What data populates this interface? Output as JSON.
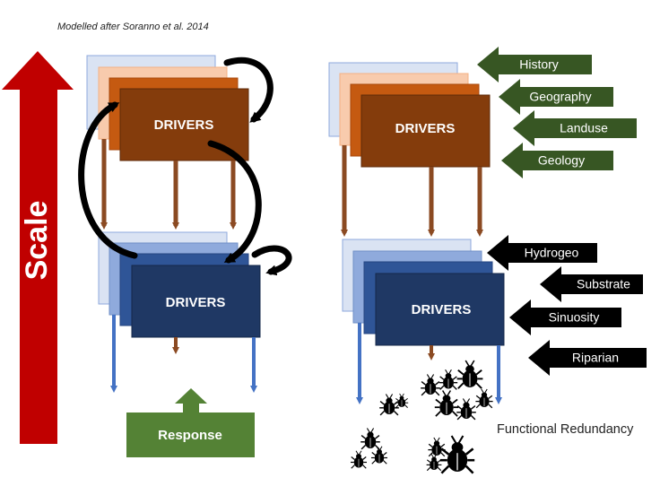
{
  "credit": "Modelled after Soranno  et al. 2014",
  "scale_label": "Scale",
  "left_diagram": {
    "upper_box_label": "DRIVERS",
    "lower_box_label": "DRIVERS",
    "response_label": "Response"
  },
  "right_diagram": {
    "upper_box_label": "DRIVERS",
    "lower_box_label": "DRIVERS",
    "upper_factors": [
      "History",
      "Geography",
      "Landuse",
      "Geology"
    ],
    "lower_factors": [
      "Hydrogeo",
      "Substrate",
      "Sinuosity",
      "Riparian"
    ],
    "redundancy_label": "Functional Redundancy"
  },
  "colors": {
    "scale_arrow": "#c00000",
    "driver_brown": "#8b3f12",
    "driver_blue": "#1f3a68",
    "factor_green": "#3a5a27",
    "response_green": "#548235",
    "arrow_brown": "#8b4a22",
    "arrow_blue": "#4472c4"
  }
}
